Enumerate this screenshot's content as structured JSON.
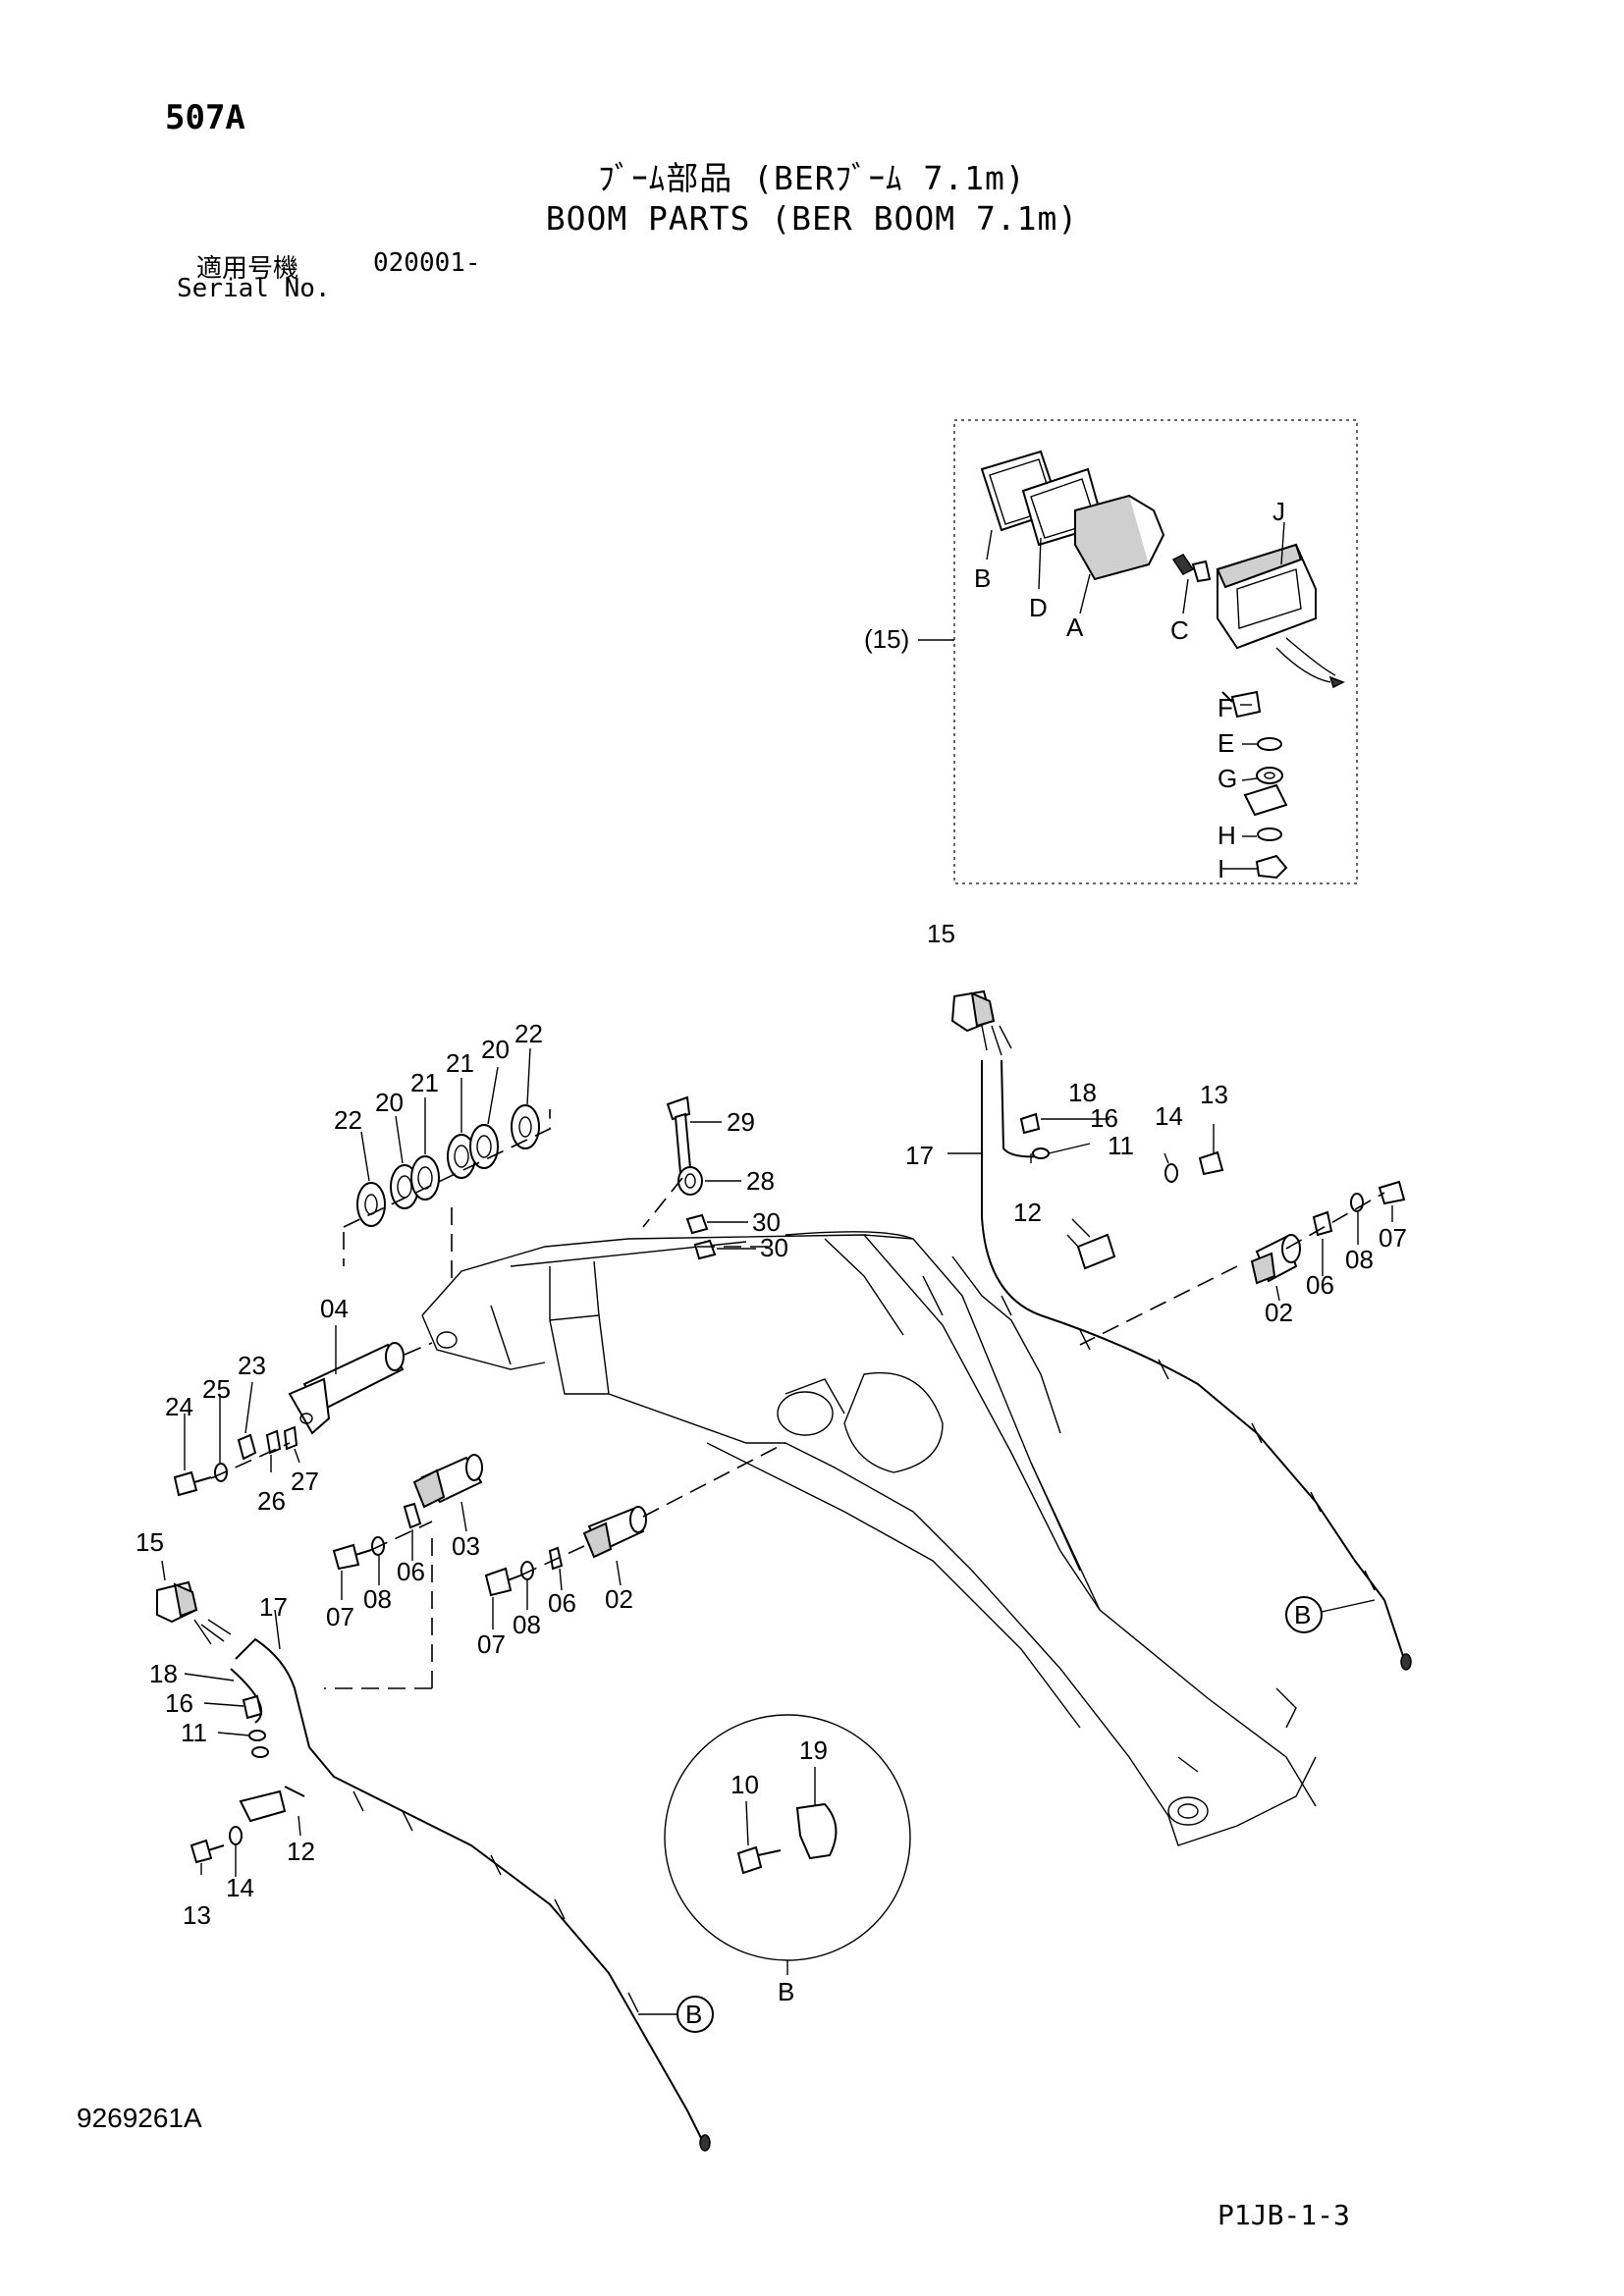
{
  "header": {
    "page_code": "507A",
    "title_jp": "ﾌﾞｰﾑ部品 (BERﾌﾞｰﾑ 7.1m)",
    "title_en": "BOOM PARTS (BER BOOM 7.1m)",
    "serial_label_jp": "適用号機",
    "serial_value": "020001-",
    "serial_label_en": "Serial No."
  },
  "inset": {
    "group_label": "(15)",
    "callouts": [
      "A",
      "B",
      "C",
      "D",
      "E",
      "F",
      "G",
      "H",
      "I",
      "J"
    ]
  },
  "detail_view": {
    "label": "B",
    "callouts": [
      "10",
      "19"
    ]
  },
  "view_markers": [
    "B",
    "B"
  ],
  "callouts": {
    "c02": "02",
    "c03": "03",
    "c04": "04",
    "c06": "06",
    "c07": "07",
    "c08": "08",
    "c11": "11",
    "c12": "12",
    "c13": "13",
    "c14": "14",
    "c15": "15",
    "c16": "16",
    "c17": "17",
    "c18": "18",
    "c20": "20",
    "c21": "21",
    "c22": "22",
    "c23": "23",
    "c24": "24",
    "c25": "25",
    "c26": "26",
    "c27": "27",
    "c28": "28",
    "c29": "29",
    "c30": "30"
  },
  "footer": {
    "doc_number": "9269261A",
    "page_ref": "P1JB-1-3"
  }
}
